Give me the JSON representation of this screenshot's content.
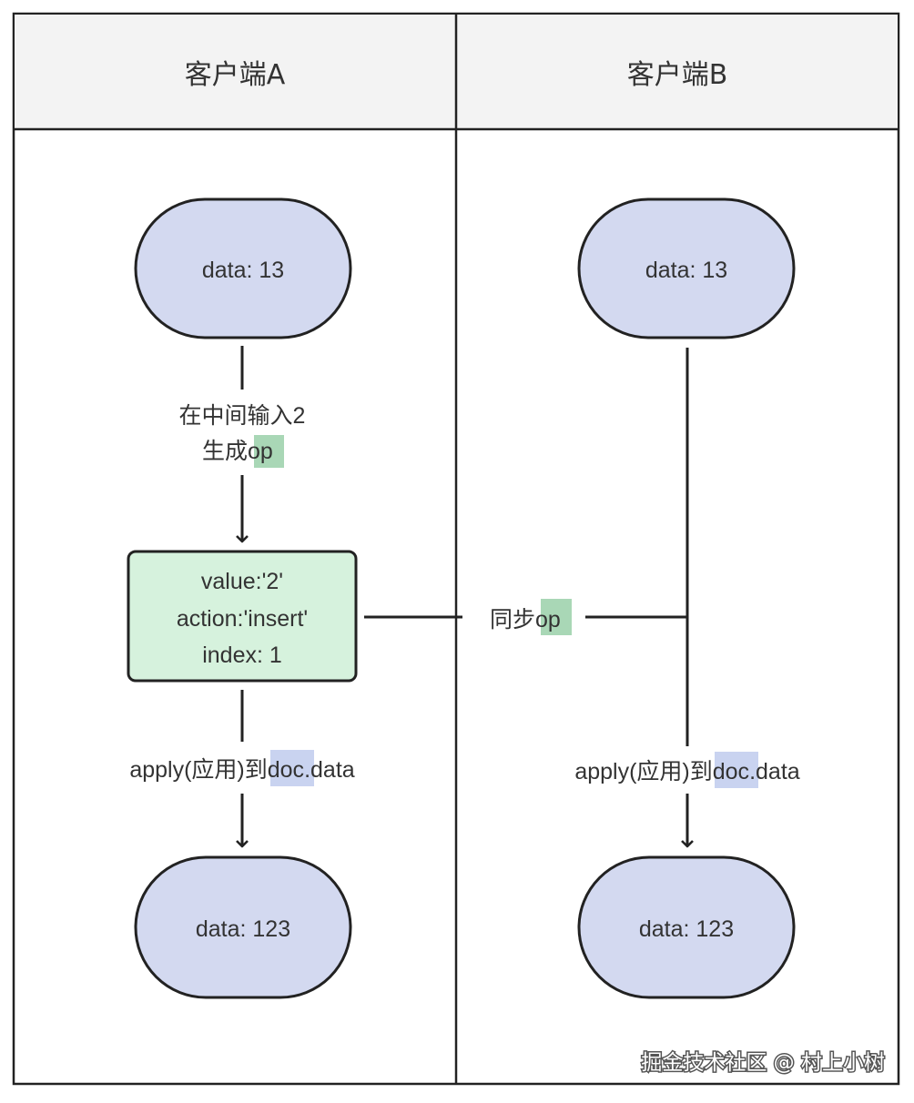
{
  "lanes": [
    {
      "title": "客户端A"
    },
    {
      "title": "客户端B"
    }
  ],
  "nodes": {
    "a_start": "data: 13",
    "b_start": "data: 13",
    "op_box": [
      "value:'2'",
      "action:'insert'",
      "index: 1"
    ],
    "a_end": "data: 123",
    "b_end": "data: 123"
  },
  "edges": {
    "a_input_line1": "在中间输入2",
    "a_input_line2_prefix": "生成",
    "a_input_line2_hl": "op",
    "sync_prefix": "同步",
    "sync_hl": "op",
    "apply_a_prefix": "apply(应用)到",
    "apply_a_hl": "doc",
    "apply_a_suffix": ".data",
    "apply_b_prefix": "apply(应用)到",
    "apply_b_hl": "doc",
    "apply_b_suffix": ".data"
  },
  "watermark": "掘金技术社区 @ 村上小树",
  "colors": {
    "ellipse_fill": "#d3d9f0",
    "op_box_fill": "#d6f2dd",
    "op_highlight": "#a9d7b6",
    "doc_highlight": "#c9d3f0",
    "header_fill": "#f3f3f3",
    "line": "#222222"
  }
}
